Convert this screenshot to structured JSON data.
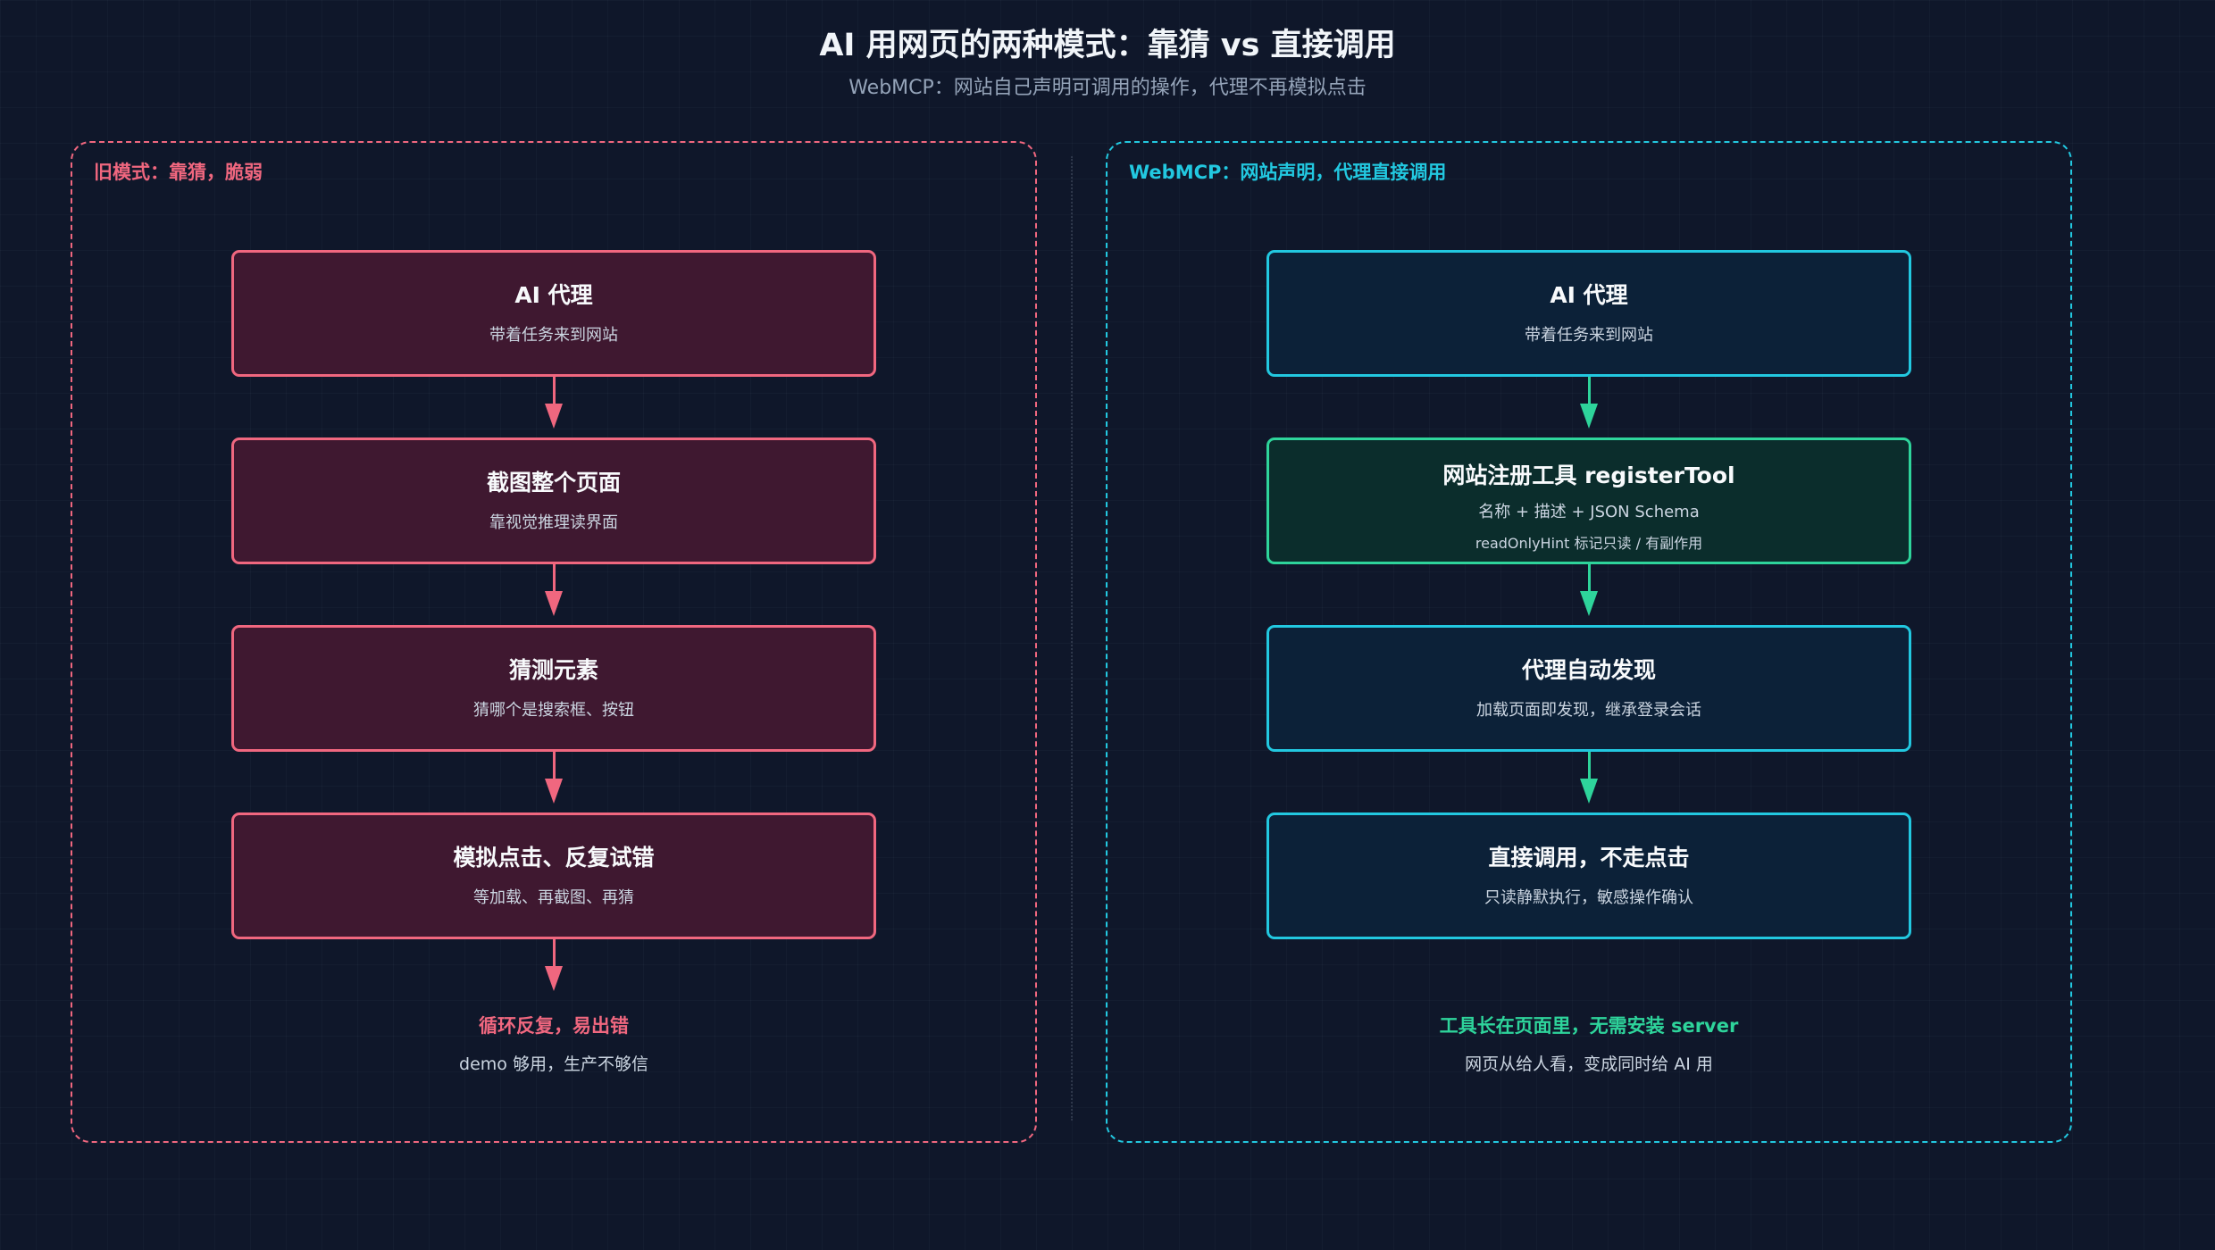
{
  "header": {
    "title": "AI 用网页的两种模式：靠猜 vs 直接调用",
    "subtitle": "WebMCP：网站自己声明可调用的操作，代理不再模拟点击"
  },
  "colors": {
    "background": "#0f172a",
    "old_accent": "#f0677f",
    "new_accent": "#22c8e0",
    "green_accent": "#2ed49b"
  },
  "left_panel": {
    "label": "旧模式：靠猜，脆弱",
    "steps": [
      {
        "title": "AI 代理",
        "sub": "带着任务来到网站"
      },
      {
        "title": "截图整个页面",
        "sub": "靠视觉推理读界面"
      },
      {
        "title": "猜测元素",
        "sub": "猜哪个是搜索框、按钮"
      },
      {
        "title": "模拟点击、反复试错",
        "sub": "等加载、再截图、再猜"
      }
    ],
    "footer_title": "循环反复，易出错",
    "footer_sub": "demo 够用，生产不够信"
  },
  "right_panel": {
    "label": "WebMCP：网站声明，代理直接调用",
    "steps": [
      {
        "title": "AI 代理",
        "sub": "带着任务来到网站"
      },
      {
        "title": "网站注册工具 registerTool",
        "sub": "名称 + 描述 + JSON Schema",
        "sub2": "readOnlyHint 标记只读 / 有副作用"
      },
      {
        "title": "代理自动发现",
        "sub": "加载页面即发现，继承登录会话"
      },
      {
        "title": "直接调用，不走点击",
        "sub": "只读静默执行，敏感操作确认"
      }
    ],
    "footer_title": "工具长在页面里，无需安装 server",
    "footer_sub": "网页从给人看，变成同时给 AI 用"
  }
}
